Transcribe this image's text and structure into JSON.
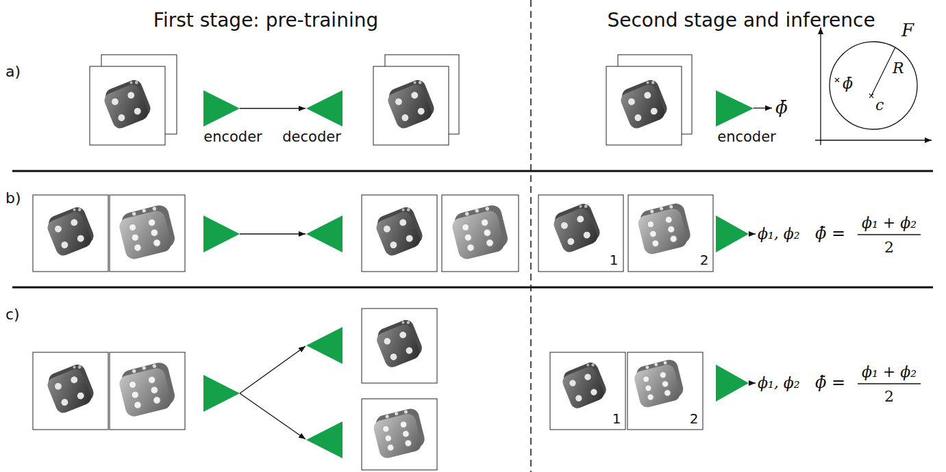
{
  "diagram": {
    "nodes": [
      {
        "text": [
          "encoder"
        ]
      },
      {
        "text": [
          "decoder"
        ]
      },
      {
        "text": [
          "encoder"
        ]
      },
      {
        "text": [
          "F",
          "ϕ̄",
          "R",
          "c"
        ]
      }
    ],
    "edges": [
      {
        "from": 0,
        "to": 1,
        "arrow": "to"
      }
    ],
    "labels": [
      "First stage: pre-training",
      "Second stage and inference",
      "a)",
      "ϕ̄",
      "b)",
      "1",
      "2",
      "ϕ₁, ϕ₂",
      "ϕ̄ =",
      "ϕ₁ + ϕ₂",
      "2",
      "c)",
      "1",
      "2",
      "ϕ₁, ϕ₂",
      "ϕ̄ =",
      "ϕ₁ + ϕ₂",
      "2"
    ]
  }
}
